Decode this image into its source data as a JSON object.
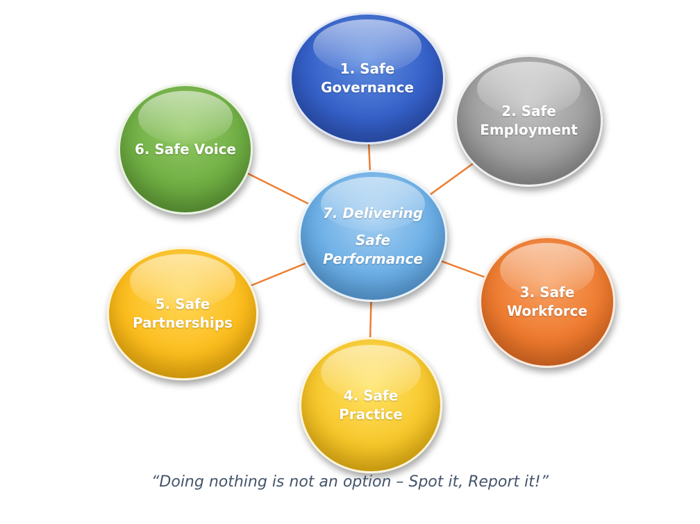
{
  "colors": {
    "connector": "#ed7d31",
    "governance": "#3560c8",
    "employment": "#9d9d9d",
    "workforce": "#ee7a2e",
    "practice": "#f7c62a",
    "partnerships": "#fcbd1d",
    "voice": "#6fae43",
    "center": "#6aaee6",
    "tagline": "#44546a"
  },
  "nodes": {
    "governance": {
      "line1": "1. Safe",
      "line2": "Governance"
    },
    "employment": {
      "line1": "2. Safe",
      "line2": "Employment"
    },
    "workforce": {
      "line1": "3. Safe",
      "line2": "Workforce"
    },
    "practice": {
      "line1": "4. Safe",
      "line2": "Practice"
    },
    "partnerships": {
      "line1": "5. Safe",
      "line2": "Partnerships"
    },
    "voice": {
      "line1": "6. Safe Voice"
    },
    "center": {
      "line1": "7. Delivering",
      "line2": "Safe",
      "line3": "Performance"
    }
  },
  "tagline": "“Doing nothing is not an option – Spot it, Report it!”"
}
